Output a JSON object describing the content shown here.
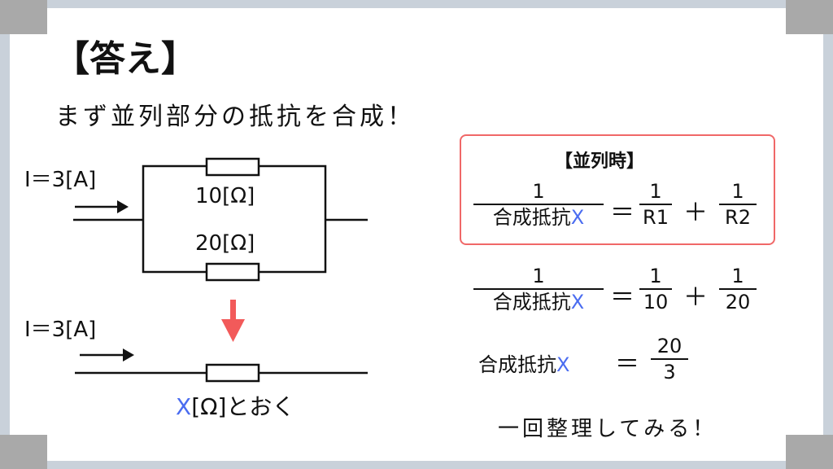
{
  "title": "【答え】",
  "subtitle": "まず並列部分の抵抗を合成！",
  "circuit": {
    "current_label": "I＝3[A]",
    "r1_label": "10[Ω]",
    "r2_label": "20[Ω]",
    "current_label2": "I＝3[A]",
    "x_var": "X",
    "x_rest": "[Ω]とおく"
  },
  "formula_box": {
    "heading": "【並列時】",
    "num": "1",
    "den": "合成抵抗",
    "var": "X",
    "eq": "＝",
    "r1_num": "1",
    "r1_den": "R1",
    "plus": "＋",
    "r2_num": "1",
    "r2_den": "R2"
  },
  "formula2": {
    "num": "1",
    "den": "合成抵抗",
    "var": "X",
    "eq": "＝",
    "a_num": "1",
    "a_den": "10",
    "plus": "＋",
    "b_num": "1",
    "b_den": "20"
  },
  "formula3": {
    "lhs": "合成抵抗",
    "var": "X",
    "eq": "＝",
    "num": "20",
    "den": "3"
  },
  "footer": "一回整理してみる！",
  "colors": {
    "accent_red": "#f06868",
    "var_blue": "#4a6cf0"
  }
}
